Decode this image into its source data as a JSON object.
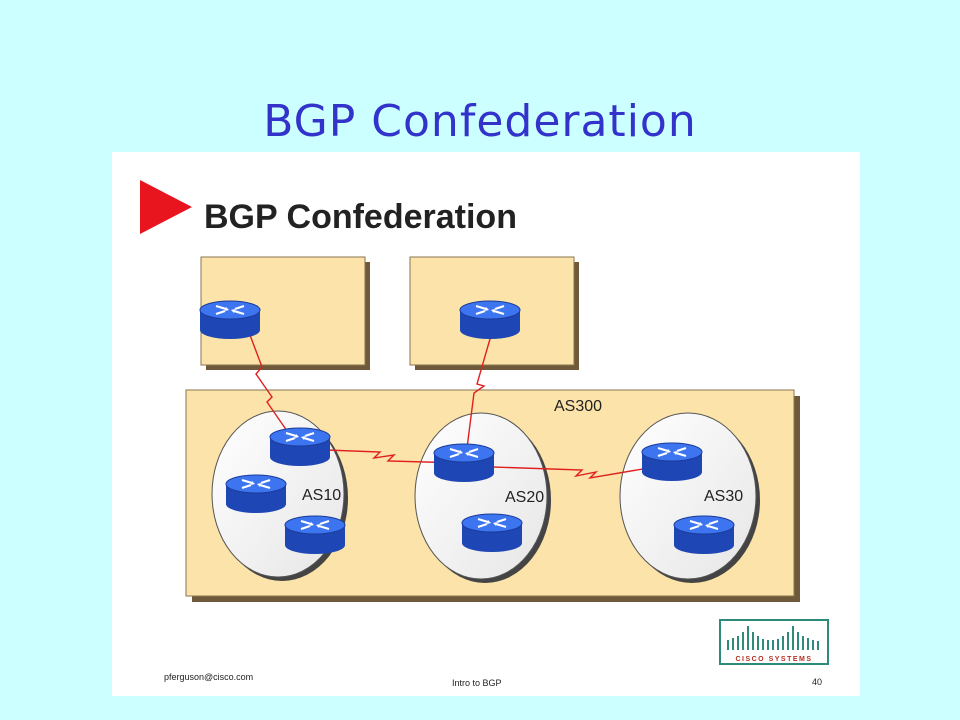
{
  "slide": {
    "title": "BGP Confederation"
  },
  "figure": {
    "heading": "BGP Confederation",
    "outer_as_label": "AS300",
    "as_labels": [
      "AS10",
      "AS20",
      "AS30"
    ]
  },
  "footer": {
    "email": "pferguson@cisco.com",
    "center": "Intro to BGP",
    "page": "40",
    "logo_text": "CISCO SYSTEMS"
  },
  "colors": {
    "background": "#ccffff",
    "title": "#3333cc",
    "box_fill": "#fbe3a9",
    "router_blue": "#2b5bd6",
    "link_red": "#e02020",
    "arrow_red": "#e8141e",
    "logo_teal": "#2e8a7a"
  }
}
